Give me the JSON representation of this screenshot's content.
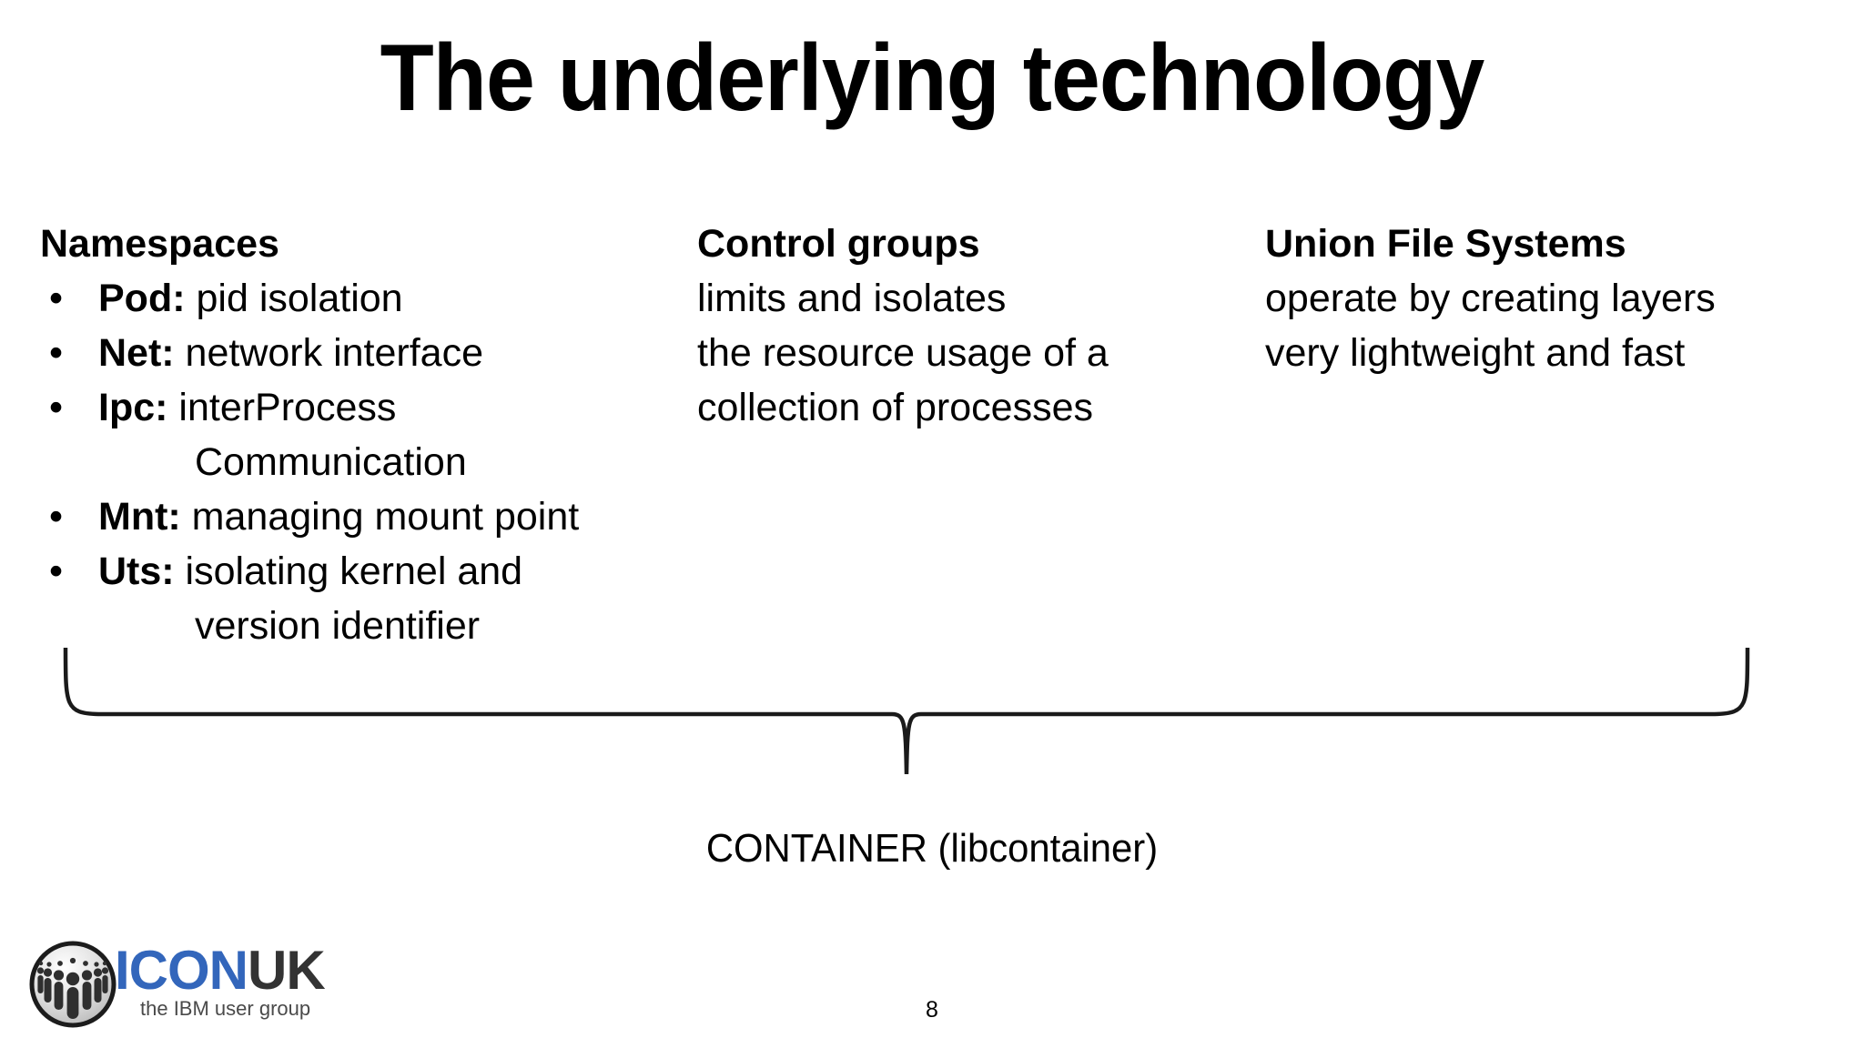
{
  "slide": {
    "title": "The underlying technology",
    "page_number": "8",
    "background_color": "#ffffff",
    "text_color": "#000000"
  },
  "columns": {
    "namespaces": {
      "heading": "Namespaces",
      "bullet_glyph": "•",
      "items": [
        {
          "term": "Pod:",
          "desc": " pid isolation",
          "continuation": ""
        },
        {
          "term": "Net:",
          "desc": " network interface",
          "continuation": ""
        },
        {
          "term": "Ipc:",
          "desc": " interProcess",
          "continuation": "Communication"
        },
        {
          "term": "Mnt:",
          "desc": " managing mount point",
          "continuation": ""
        },
        {
          "term": "Uts:",
          "desc": " isolating kernel and",
          "continuation": "version identifier"
        }
      ]
    },
    "control_groups": {
      "heading": "Control groups",
      "lines": [
        "limits and isolates",
        "the resource usage of a",
        "collection of processes"
      ]
    },
    "union_file_systems": {
      "heading": "Union File Systems",
      "lines": [
        "operate by creating layers",
        "very lightweight and fast"
      ]
    }
  },
  "brace": {
    "label": "curly-brace-pointing-down",
    "stroke_color": "#1a1a1a"
  },
  "caption": {
    "text": "CONTAINER (libcontainer)"
  },
  "logo": {
    "icon_name": "icon-uk-crowd-circle-logo",
    "word_primary": "ICON",
    "word_secondary": "UK",
    "tagline": "the IBM user group",
    "primary_color": "#3366bb",
    "secondary_color": "#333333",
    "tagline_color": "#4a4a4a"
  }
}
